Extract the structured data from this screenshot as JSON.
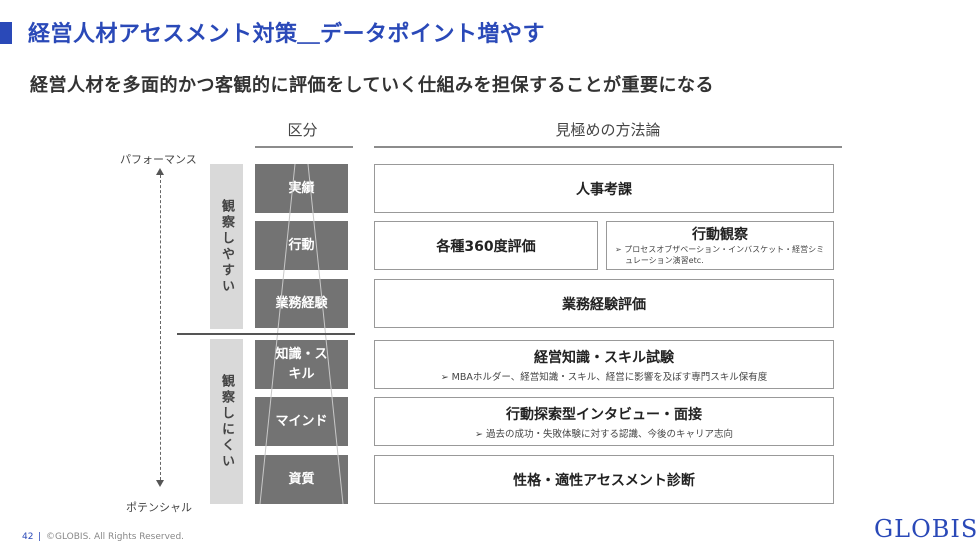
{
  "title": "経営人材アセスメント対策＿データポイント増やす",
  "subtitle": "経営人材を多面的かつ客観的に評価をしていく仕組みを担保することが重要になる",
  "columns": {
    "category": "区分",
    "method": "見極めの方法論"
  },
  "scale": {
    "top": "パフォーマンス",
    "bottom": "ポテンシャル"
  },
  "observability": {
    "easy": "観察しやすい",
    "hard": "観察しにくい"
  },
  "categories": [
    {
      "label": "実績"
    },
    {
      "label": "行動"
    },
    {
      "label": "業務経験"
    },
    {
      "label": "知識・スキル"
    },
    {
      "label": "マインド"
    },
    {
      "label": "資質"
    }
  ],
  "methods": {
    "performance": {
      "title": "人事考課"
    },
    "evaluation360": {
      "title": "各種360度評価"
    },
    "behavior_obs": {
      "title": "行動観察",
      "note": "➢ プロセスオブザベーション・インバスケット・経営シミュレーション演習etc."
    },
    "experience": {
      "title": "業務経験評価"
    },
    "knowledge": {
      "title": "経営知識・スキル試験",
      "note": "➢ MBAホルダー、経営知識・スキル、経営に影響を及ぼす専門スキル保有度"
    },
    "interview": {
      "title": "行動探索型インタビュー・面接",
      "note": "➢ 過去の成功・失敗体験に対する認識、今後のキャリア志向"
    },
    "aptitude": {
      "title": "性格・適性アセスメント診断"
    }
  },
  "footer": {
    "page_number": "42",
    "separator": "|",
    "copyright": "©GLOBIS. All Rights Reserved.",
    "logo": "GLOBIS"
  },
  "colors": {
    "accent": "#2a49b8",
    "category_box": "#737373",
    "observability_box": "#d9d9d9"
  }
}
